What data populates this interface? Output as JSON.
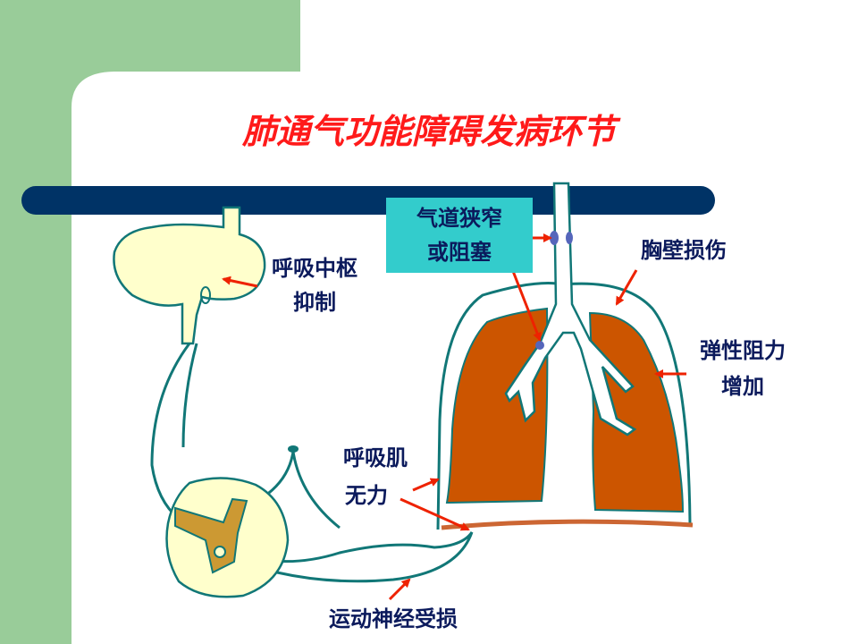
{
  "slide": {
    "title": "肺通气功能障碍发病环节",
    "labels": {
      "center_line1": "呼吸中枢",
      "center_line2": "抑制",
      "airway_line1": "气道狭窄",
      "airway_line2": "或阻塞",
      "chestwall": "胸壁损伤",
      "elastic_line1": "弹性阻力",
      "elastic_line2": "增加",
      "muscle_line1": "呼吸肌",
      "muscle_line2": "无力",
      "motor": "运动神经受损"
    }
  },
  "colors": {
    "left_band": "#99cc99",
    "top_band": "#99cc99",
    "title_text": "#ff1a1a",
    "label_text": "#0b1a5c",
    "divider_bar": "#003366",
    "highlight_box": "#33cccc",
    "lung_fill": "#cc5500",
    "brain_fill": "#ffffcc",
    "outline": "#117777",
    "arrow": "#ee2200"
  }
}
